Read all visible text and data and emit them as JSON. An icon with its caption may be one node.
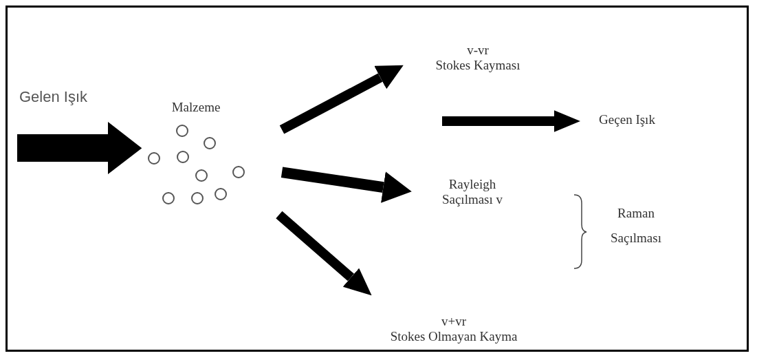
{
  "diagram": {
    "nodes": [
      {
        "text": [
          "Malzeme"
        ]
      },
      {
        "text": [
          "v-vr",
          "Stokes Kayması"
        ]
      },
      {
        "text": [
          "Geçen Işık"
        ]
      },
      {
        "text": [
          "Rayleigh Saçılması v"
        ]
      },
      {
        "text": [
          "v+vr",
          "Stokes Olmayan Kayma"
        ]
      }
    ],
    "edges": [
      {
        "from": null,
        "to": 0,
        "arrow": "to",
        "style": "thick",
        "label": "Gelen Işık"
      },
      {
        "from": 0,
        "to": 1,
        "arrow": "to"
      },
      {
        "from": null,
        "to": 2,
        "arrow": "to"
      },
      {
        "from": 0,
        "to": 3,
        "arrow": "to"
      },
      {
        "from": 0,
        "to": 4,
        "arrow": "to"
      }
    ],
    "labels": [
      "Raman Saçılması"
    ]
  }
}
